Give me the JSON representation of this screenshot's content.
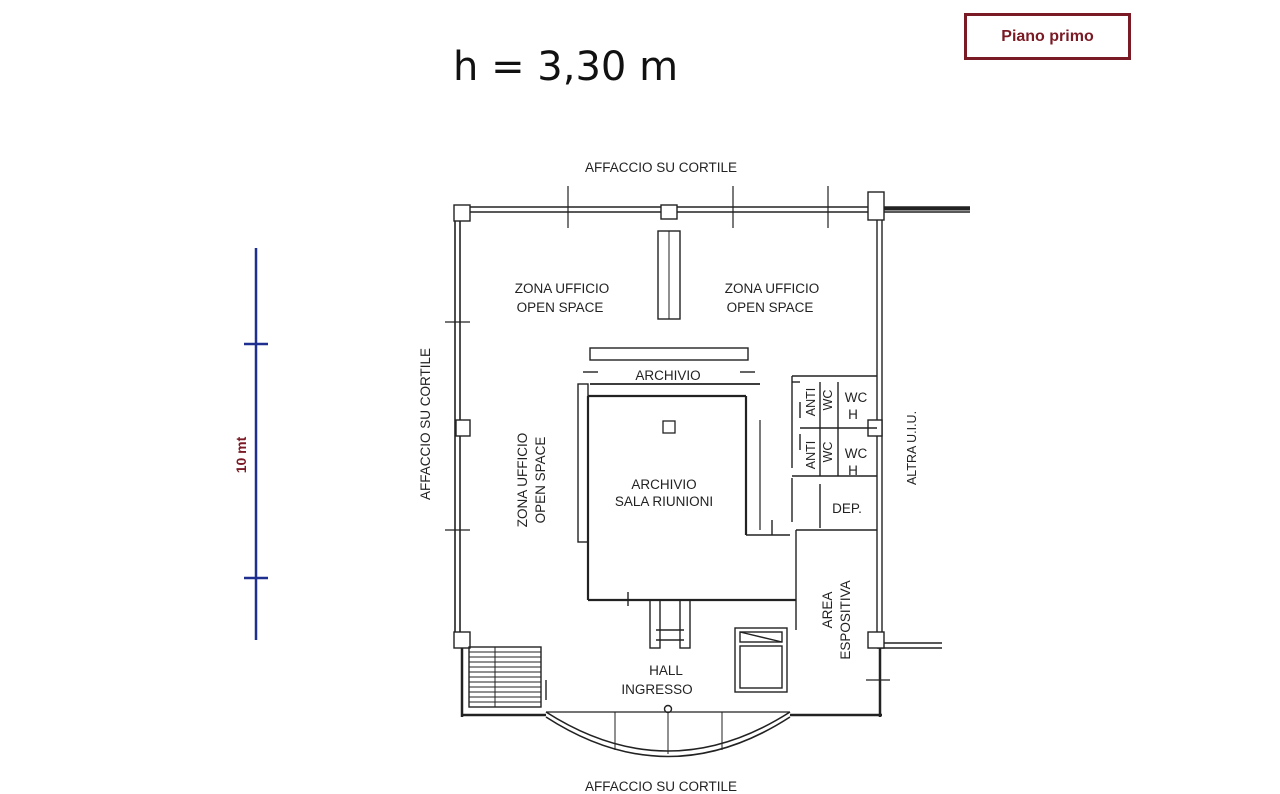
{
  "badge": {
    "label": "Piano primo",
    "color": "#7a1a24"
  },
  "height_label": "h = 3,30 m",
  "scale": {
    "label": "10 mt",
    "color": "#1f2f8f",
    "label_color": "#7a1a24"
  },
  "plan": {
    "facing_top": "AFFACCIO SU CORTILE",
    "facing_bottom": "AFFACCIO SU CORTILE",
    "facing_left": "AFFACCIO SU CORTILE",
    "facing_right": "ALTRA U.I.U.",
    "office_nw": {
      "line1": "ZONA UFFICIO",
      "line2": "OPEN SPACE"
    },
    "office_ne": {
      "line1": "ZONA UFFICIO",
      "line2": "OPEN SPACE"
    },
    "office_w": {
      "line1": "ZONA UFFICIO",
      "line2": "OPEN SPACE"
    },
    "archive": "ARCHIVIO",
    "meeting": {
      "line1": "ARCHIVIO",
      "line2": "SALA RIUNIONI"
    },
    "anti_1": "ANTI",
    "anti_2": "ANTI",
    "wc_1": "WC",
    "wc_2": "WC",
    "wc_h_1": "WC",
    "wc_h_1b": "H",
    "wc_h_2": "WC",
    "wc_h_2b": "H",
    "deposit": "DEP.",
    "display": {
      "line1": "AREA",
      "line2": "ESPOSITIVA"
    },
    "hall": {
      "line1": "HALL",
      "line2": "INGRESSO"
    }
  }
}
